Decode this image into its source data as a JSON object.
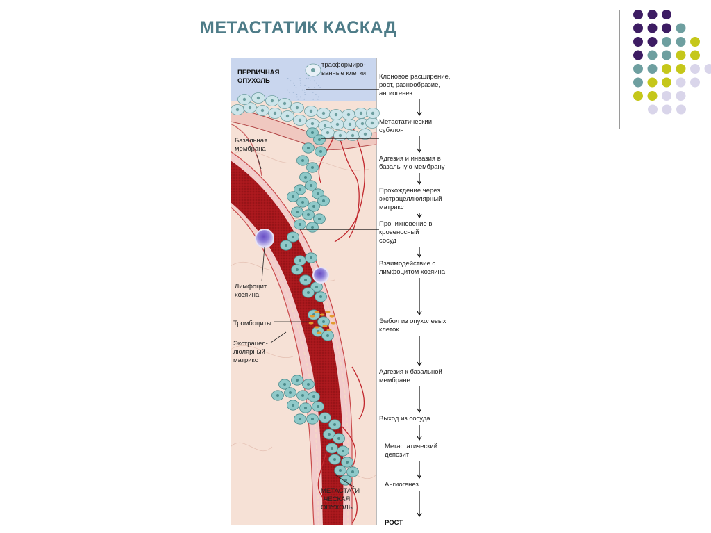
{
  "slide": {
    "title": "МЕТАСТАТИК КАСКАД"
  },
  "colors": {
    "title": "#4e7c88",
    "dot_purple": "#3d1c63",
    "dot_teal": "#6e9fa0",
    "dot_yellow": "#c5c71a",
    "dot_lavender": "#d9d5ea",
    "vessel": "#a8171c",
    "cell": "#8fc9c9",
    "panel_blue": "#c9d6ee"
  },
  "figure": {
    "left_labels": {
      "primary_tumor_line1": "ПЕРВИЧНАЯ",
      "primary_tumor_line2": "ОПУХОЛЬ",
      "basal_membrane_line1": "Базальная",
      "basal_membrane_line2": "мембрана",
      "lymphocyte_line1": "Лимфоцит",
      "lymphocyte_line2": "хозяина",
      "platelets": "Тромбоциты",
      "ecm_line1": "Экстрацел-",
      "ecm_line2": "люлярный",
      "ecm_line3": "матрикс",
      "metastatic_tumor_line1": "МЕТАСТАТИ",
      "metastatic_tumor_line2": "ЧЕСКАЯ",
      "metastatic_tumor_line3": "ОПУХОЛЬ"
    },
    "transformed_cells_line1": "трасформиро-",
    "transformed_cells_line2": "ванные клетки",
    "steps": [
      {
        "l1": "Клоновое расширение,",
        "l2": "рост, разнообразие,",
        "l3": "ангиогенез"
      },
      {
        "l1": "Метастатическии",
        "l2": "субклон",
        "l3": ""
      },
      {
        "l1": "Адгезия и инвазия в",
        "l2": "базальную мембрану",
        "l3": ""
      },
      {
        "l1": "Прохождение через",
        "l2": "экстрацеллюлярный",
        "l3": "матрикс"
      },
      {
        "l1": "Проникновение в",
        "l2": "кровеносный",
        "l3": "сосуд"
      },
      {
        "l1": "Взаимодействие с",
        "l2": "лимфоцитом хозяина",
        "l3": ""
      },
      {
        "l1": "Эмбол из опухолевых",
        "l2": "клеток",
        "l3": ""
      },
      {
        "l1": "Адгезия к базальной",
        "l2": "мембране",
        "l3": ""
      },
      {
        "l1": "Выход из сосуда",
        "l2": "",
        "l3": ""
      },
      {
        "l1": "Метастатический",
        "l2": "депозит",
        "l3": ""
      },
      {
        "l1": "Ангиогенез",
        "l2": "",
        "l3": ""
      },
      {
        "l1": "РОСТ",
        "l2": "",
        "l3": ""
      }
    ]
  }
}
